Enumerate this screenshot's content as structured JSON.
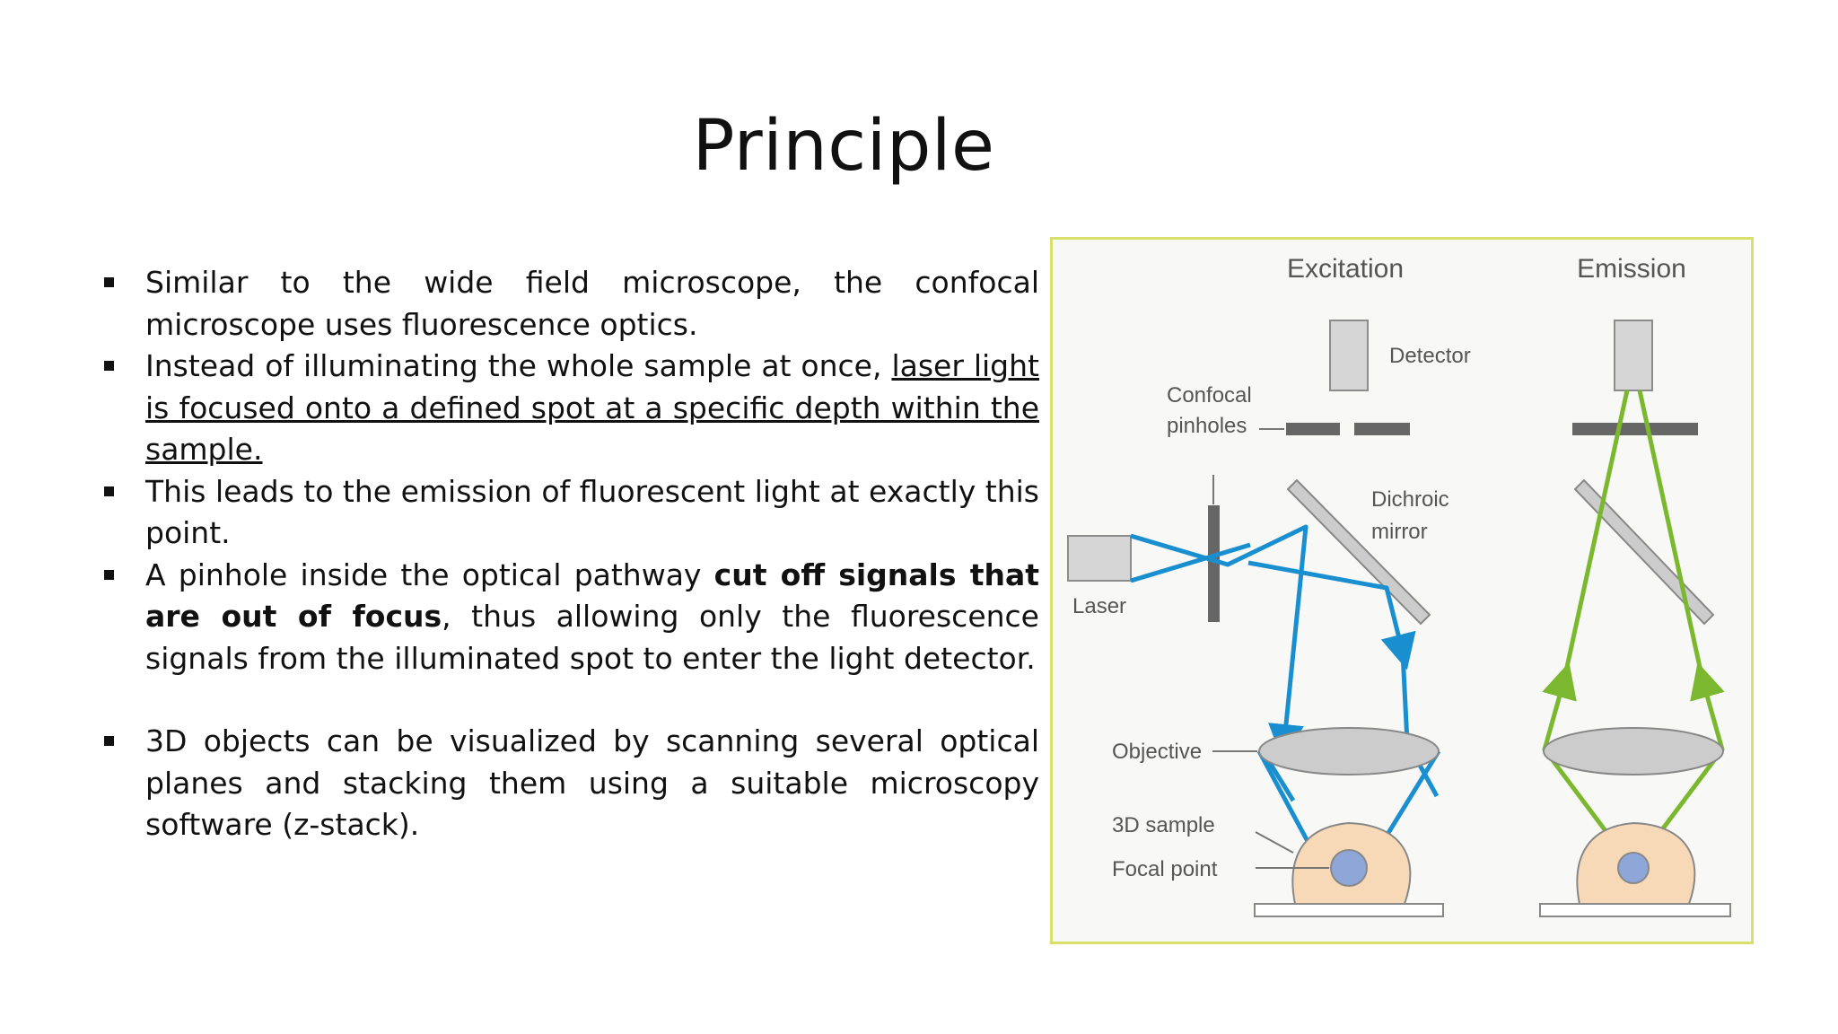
{
  "title": "Principle",
  "bullets": [
    {
      "parts": [
        "Similar to the wide field microscope, the confocal microscope uses fluorescence optics."
      ]
    },
    {
      "parts": [
        "Instead of illuminating the whole sample at once, ",
        "laser light is focused onto a defined spot at a specific depth within the sample."
      ]
    },
    {
      "parts": [
        "This leads to the emission of fluorescent light at exactly this point."
      ]
    },
    {
      "parts": [
        "A pinhole inside the optical pathway ",
        "cut off signals that are out of focus",
        ", thus allowing only the fluorescence signals from the illuminated spot to enter the light detector."
      ]
    },
    {
      "parts": [
        "3D objects can be visualized by scanning several optical planes and stacking them using a suitable microscopy software (z-stack)."
      ]
    }
  ],
  "figure": {
    "excitation": "Excitation",
    "emission": "Emission",
    "detector": "Detector",
    "confocal": "Confocal",
    "pinholes": "pinholes",
    "dichroic": "Dichroic",
    "mirror": "mirror",
    "laser": "Laser",
    "objective": "Objective",
    "sample": "3D sample",
    "focal_point": "Focal point",
    "colors": {
      "excitation_light": "#1a8fd0",
      "emission_light": "#7cb82f",
      "frame_border": "#d9e06a",
      "sample_fill": "#f7d9b8",
      "focal_fill": "#8ea6d8"
    }
  }
}
